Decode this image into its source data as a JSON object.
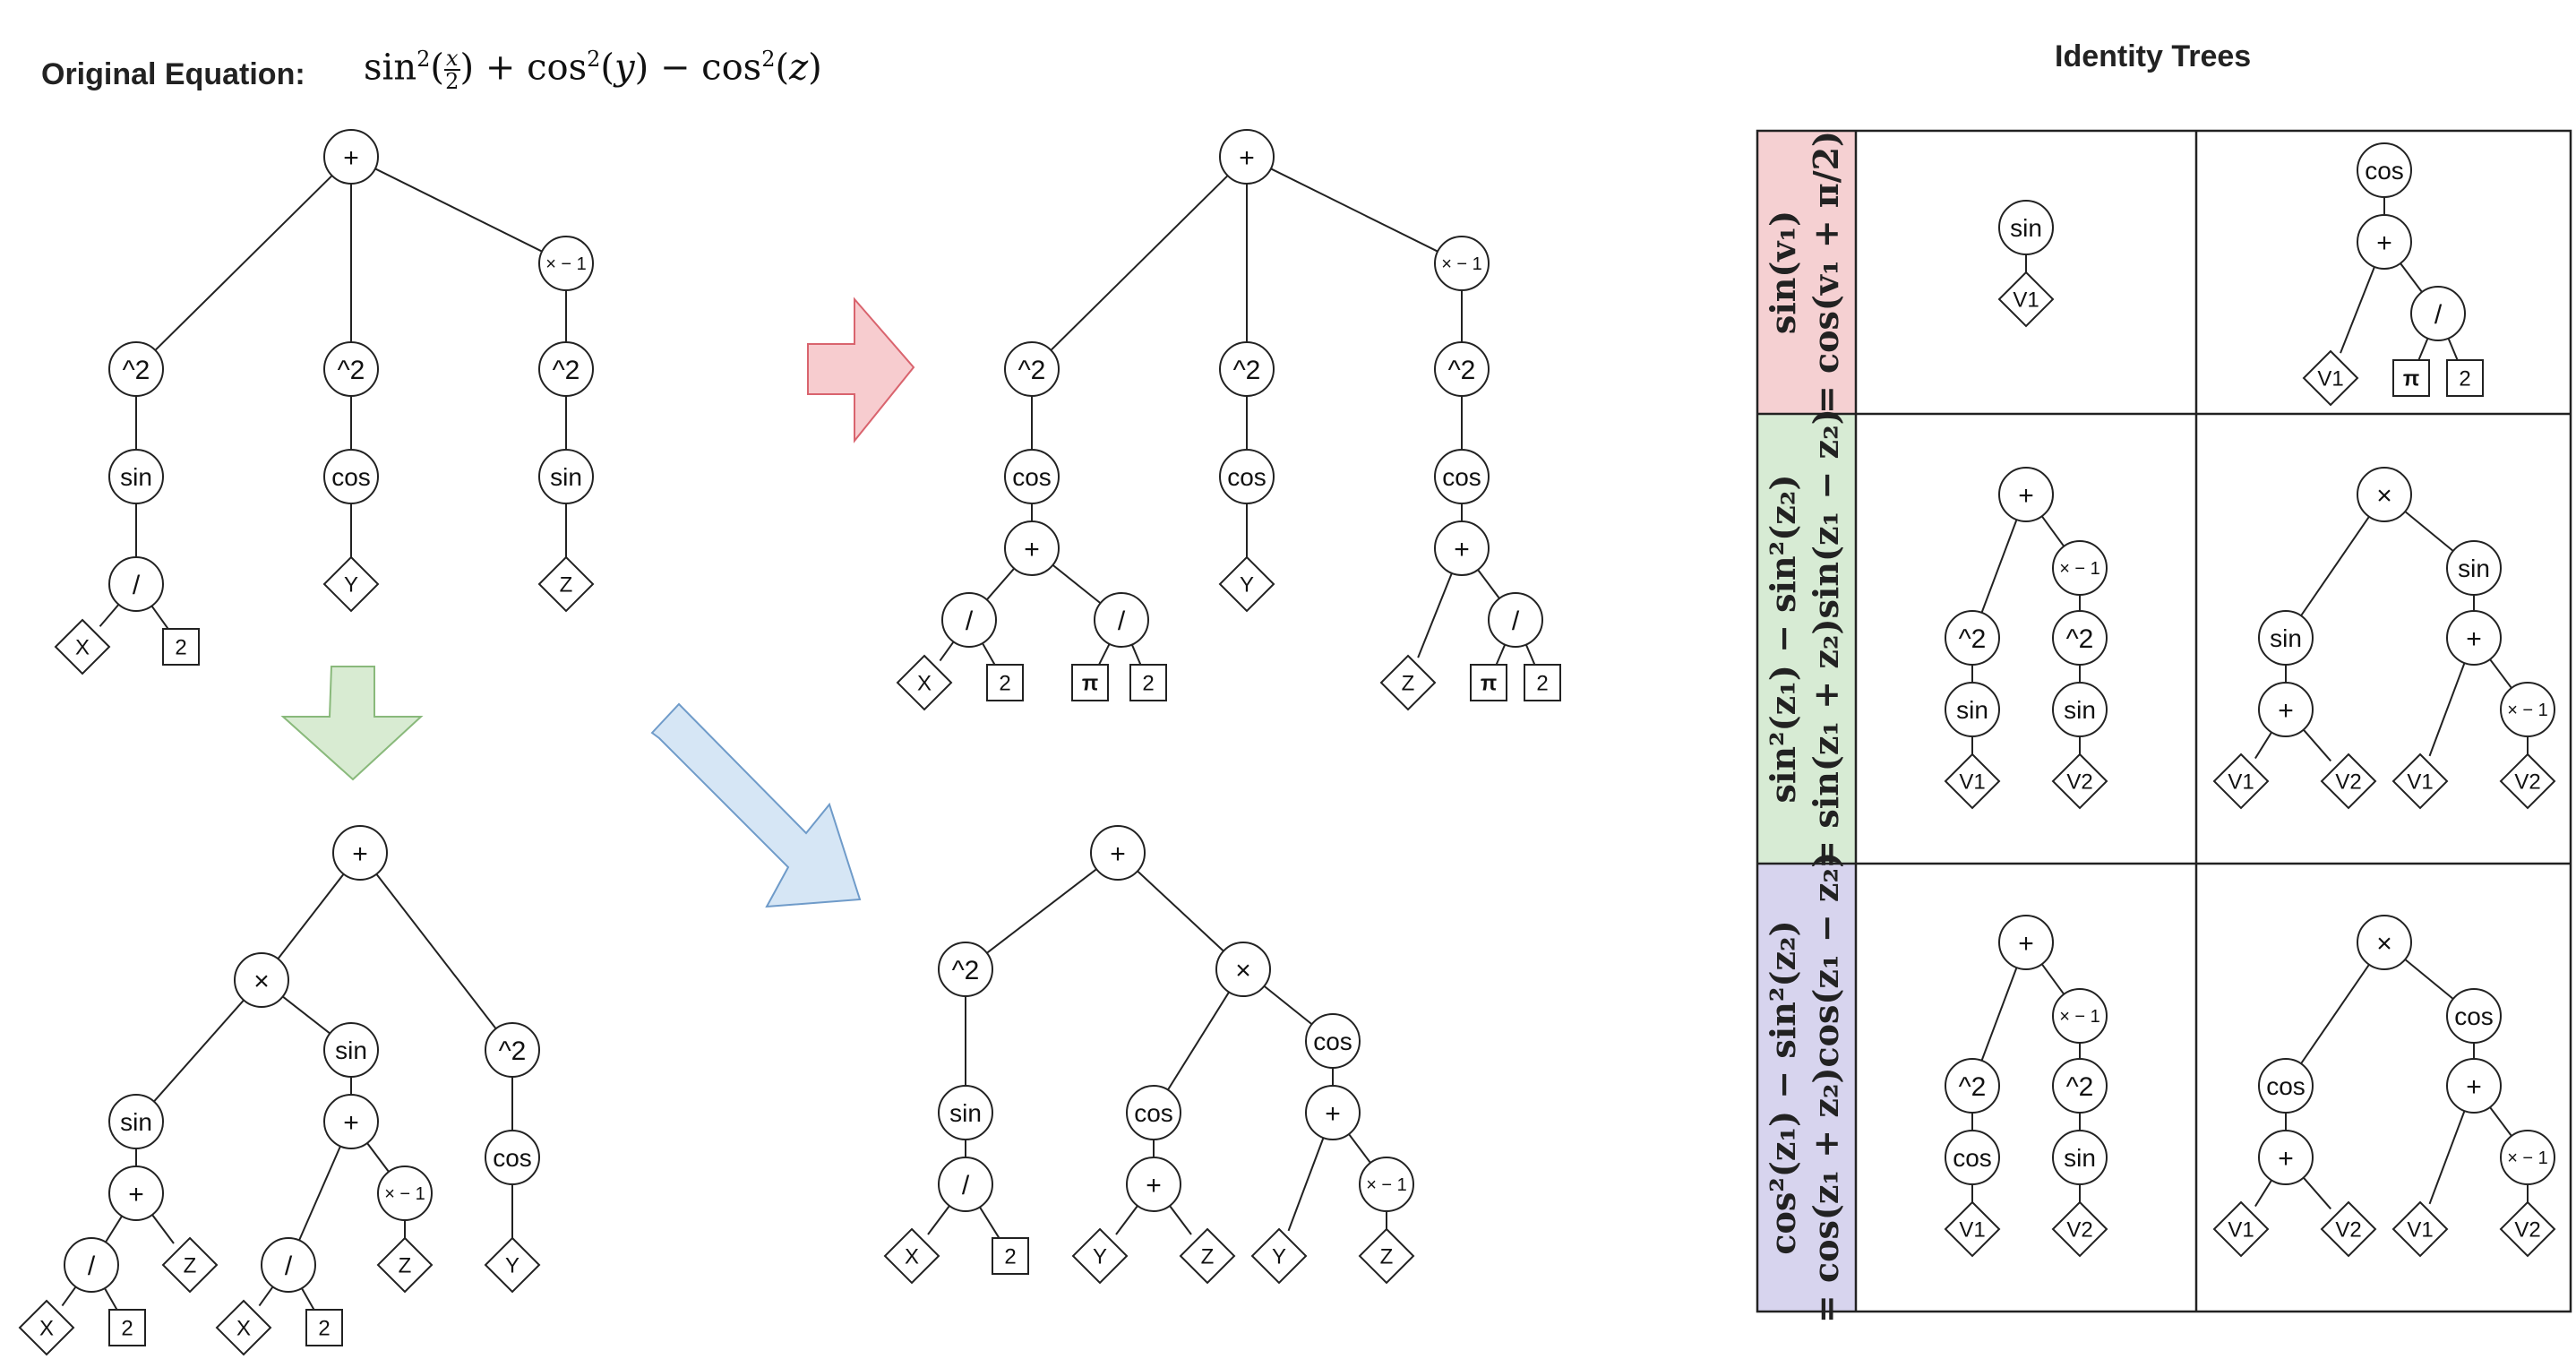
{
  "header": {
    "original_label": "Original Equation:",
    "equation": {
      "sin": "sin",
      "cos": "cos",
      "sq": "2",
      "frac_num": "x",
      "frac_den": "2",
      "y": "y",
      "z": "z",
      "plus": "+",
      "minus": "−"
    },
    "identity_title": "Identity Trees"
  },
  "colors": {
    "red_arrow": "#f7cccf",
    "red_arrow_stroke": "#d9646e",
    "green_arrow": "#d8ebd2",
    "green_arrow_stroke": "#89b97b",
    "blue_arrow": "#d6e6f5",
    "blue_arrow_stroke": "#6f9bc9",
    "row1_bg": "#f5d0d2",
    "row2_bg": "#d7ebd4",
    "row3_bg": "#d7d4ee"
  },
  "trees": {
    "original": {
      "nodes": [
        {
          "label": "+",
          "shape": "circle"
        },
        {
          "label": "^2",
          "shape": "circle"
        },
        {
          "label": "^2",
          "shape": "circle"
        },
        {
          "label": "× − 1",
          "shape": "circle"
        },
        {
          "label": "sin",
          "shape": "circle"
        },
        {
          "label": "cos",
          "shape": "circle"
        },
        {
          "label": "^2",
          "shape": "circle"
        },
        {
          "label": "/",
          "shape": "circle"
        },
        {
          "label": "Y",
          "shape": "diamond"
        },
        {
          "label": "sin",
          "shape": "circle"
        },
        {
          "label": "X",
          "shape": "diamond"
        },
        {
          "label": "2",
          "shape": "square"
        },
        {
          "label": "Z",
          "shape": "diamond"
        }
      ]
    },
    "red_result": {
      "nodes": [
        {
          "label": "+",
          "shape": "circle"
        },
        {
          "label": "^2",
          "shape": "circle"
        },
        {
          "label": "^2",
          "shape": "circle"
        },
        {
          "label": "× − 1",
          "shape": "circle"
        },
        {
          "label": "cos",
          "shape": "circle"
        },
        {
          "label": "cos",
          "shape": "circle"
        },
        {
          "label": "^2",
          "shape": "circle"
        },
        {
          "label": "+",
          "shape": "circle"
        },
        {
          "label": "Y",
          "shape": "diamond"
        },
        {
          "label": "cos",
          "shape": "circle"
        },
        {
          "label": "/",
          "shape": "circle"
        },
        {
          "label": "/",
          "shape": "circle"
        },
        {
          "label": "+",
          "shape": "circle"
        },
        {
          "label": "X",
          "shape": "diamond"
        },
        {
          "label": "2",
          "shape": "square"
        },
        {
          "label": "π",
          "shape": "square"
        },
        {
          "label": "2",
          "shape": "square"
        },
        {
          "label": "Z",
          "shape": "diamond"
        },
        {
          "label": "/",
          "shape": "circle"
        },
        {
          "label": "π",
          "shape": "square"
        },
        {
          "label": "2",
          "shape": "square"
        }
      ]
    },
    "green_result": {
      "nodes": [
        {
          "label": "+",
          "shape": "circle"
        },
        {
          "label": "×",
          "shape": "circle"
        },
        {
          "label": "^2",
          "shape": "circle"
        },
        {
          "label": "sin",
          "shape": "circle"
        },
        {
          "label": "sin",
          "shape": "circle"
        },
        {
          "label": "cos",
          "shape": "circle"
        },
        {
          "label": "+",
          "shape": "circle"
        },
        {
          "label": "+",
          "shape": "circle"
        },
        {
          "label": "Y",
          "shape": "diamond"
        },
        {
          "label": "/",
          "shape": "circle"
        },
        {
          "label": "Z",
          "shape": "diamond"
        },
        {
          "label": "/",
          "shape": "circle"
        },
        {
          "label": "× − 1",
          "shape": "circle"
        },
        {
          "label": "X",
          "shape": "diamond"
        },
        {
          "label": "2",
          "shape": "square"
        },
        {
          "label": "X",
          "shape": "diamond"
        },
        {
          "label": "2",
          "shape": "square"
        },
        {
          "label": "Z",
          "shape": "diamond"
        }
      ]
    },
    "blue_result": {
      "nodes": [
        {
          "label": "+",
          "shape": "circle"
        },
        {
          "label": "^2",
          "shape": "circle"
        },
        {
          "label": "×",
          "shape": "circle"
        },
        {
          "label": "sin",
          "shape": "circle"
        },
        {
          "label": "cos",
          "shape": "circle"
        },
        {
          "label": "cos",
          "shape": "circle"
        },
        {
          "label": "/",
          "shape": "circle"
        },
        {
          "label": "+",
          "shape": "circle"
        },
        {
          "label": "+",
          "shape": "circle"
        },
        {
          "label": "X",
          "shape": "diamond"
        },
        {
          "label": "2",
          "shape": "square"
        },
        {
          "label": "Y",
          "shape": "diamond"
        },
        {
          "label": "Z",
          "shape": "diamond"
        },
        {
          "label": "Y",
          "shape": "diamond"
        },
        {
          "label": "× − 1",
          "shape": "circle"
        },
        {
          "label": "Z",
          "shape": "diamond"
        }
      ]
    },
    "id1_left": {
      "nodes": [
        {
          "label": "sin",
          "shape": "circle"
        },
        {
          "label": "V1",
          "shape": "diamond"
        }
      ]
    },
    "id1_right": {
      "nodes": [
        {
          "label": "cos",
          "shape": "circle"
        },
        {
          "label": "+",
          "shape": "circle"
        },
        {
          "label": "V1",
          "shape": "diamond"
        },
        {
          "label": "/",
          "shape": "circle"
        },
        {
          "label": "π",
          "shape": "square"
        },
        {
          "label": "2",
          "shape": "square"
        }
      ]
    },
    "id2_left": {
      "nodes": [
        {
          "label": "+",
          "shape": "circle"
        },
        {
          "label": "^2",
          "shape": "circle"
        },
        {
          "label": "× − 1",
          "shape": "circle"
        },
        {
          "label": "sin",
          "shape": "circle"
        },
        {
          "label": "^2",
          "shape": "circle"
        },
        {
          "label": "V1",
          "shape": "diamond"
        },
        {
          "label": "sin",
          "shape": "circle"
        },
        {
          "label": "V2",
          "shape": "diamond"
        }
      ]
    },
    "id2_right": {
      "nodes": [
        {
          "label": "×",
          "shape": "circle"
        },
        {
          "label": "sin",
          "shape": "circle"
        },
        {
          "label": "sin",
          "shape": "circle"
        },
        {
          "label": "+",
          "shape": "circle"
        },
        {
          "label": "+",
          "shape": "circle"
        },
        {
          "label": "V1",
          "shape": "diamond"
        },
        {
          "label": "V2",
          "shape": "diamond"
        },
        {
          "label": "V1",
          "shape": "diamond"
        },
        {
          "label": "× − 1",
          "shape": "circle"
        },
        {
          "label": "V2",
          "shape": "diamond"
        }
      ]
    },
    "id3_left": {
      "nodes": [
        {
          "label": "+",
          "shape": "circle"
        },
        {
          "label": "^2",
          "shape": "circle"
        },
        {
          "label": "× − 1",
          "shape": "circle"
        },
        {
          "label": "cos",
          "shape": "circle"
        },
        {
          "label": "^2",
          "shape": "circle"
        },
        {
          "label": "V1",
          "shape": "diamond"
        },
        {
          "label": "sin",
          "shape": "circle"
        },
        {
          "label": "V2",
          "shape": "diamond"
        }
      ]
    },
    "id3_right": {
      "nodes": [
        {
          "label": "×",
          "shape": "circle"
        },
        {
          "label": "cos",
          "shape": "circle"
        },
        {
          "label": "cos",
          "shape": "circle"
        },
        {
          "label": "+",
          "shape": "circle"
        },
        {
          "label": "+",
          "shape": "circle"
        },
        {
          "label": "V1",
          "shape": "diamond"
        },
        {
          "label": "V2",
          "shape": "diamond"
        },
        {
          "label": "V1",
          "shape": "diamond"
        },
        {
          "label": "× − 1",
          "shape": "circle"
        },
        {
          "label": "V2",
          "shape": "diamond"
        }
      ]
    }
  },
  "identity_labels": {
    "row1": {
      "line1": "sin(v₁)",
      "line2": "= cos(v₁ + π/2)"
    },
    "row2": {
      "line1": "sin²(z₁) − sin²(z₂)",
      "line2": "= sin(z₁ + z₂)sin(z₁ − z₂)"
    },
    "row3": {
      "line1": "cos²(z₁) − sin²(z₂)",
      "line2": "= cos(z₁ + z₂)cos(z₁ − z₂)"
    }
  }
}
